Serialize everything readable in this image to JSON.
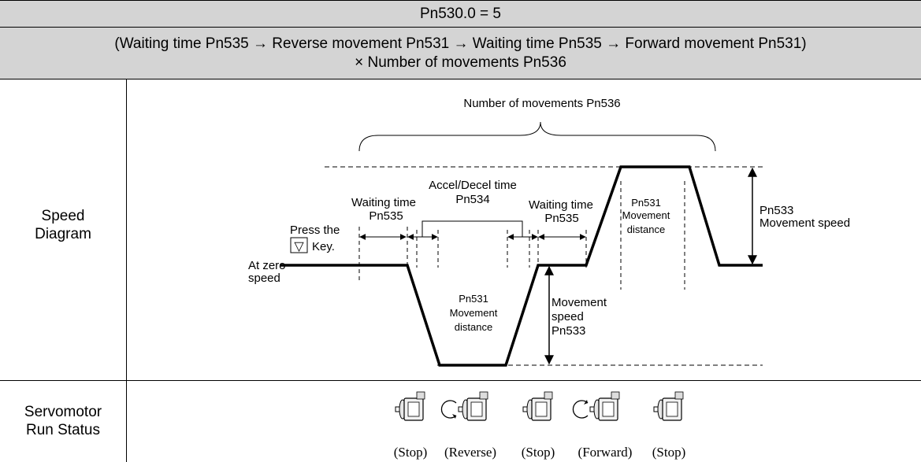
{
  "header": {
    "mode": "Pn530.0 = 5",
    "sequence_line1": "(Waiting time Pn535 → Reverse movement Pn531 → Waiting time Pn535 → Forward movement Pn531)",
    "sequence_line2": "× Number of movements Pn536"
  },
  "rows": {
    "speed_diagram_label": [
      "Speed",
      "Diagram"
    ],
    "run_status_label": [
      "Servomotor",
      "Run Status"
    ]
  },
  "diagram": {
    "num_movements": "Number of movements Pn536",
    "press_key": [
      "Press the",
      "Key."
    ],
    "key_symbol": "▽",
    "wait1": [
      "Waiting time",
      "Pn535"
    ],
    "accel": [
      "Accel/Decel time",
      "Pn534"
    ],
    "wait2": [
      "Waiting time",
      "Pn535"
    ],
    "fwd_distance": [
      "Pn531",
      "Movement",
      "distance"
    ],
    "move_speed_right": [
      "Pn533",
      "Movement speed"
    ],
    "at_zero": [
      "At zero",
      "speed"
    ],
    "rev_distance": [
      "Pn531",
      "Movement",
      "distance"
    ],
    "move_speed_mid": [
      "Movement",
      "speed",
      "Pn533"
    ]
  },
  "status": [
    {
      "label": "(Stop)",
      "icon": "motor-icon"
    },
    {
      "label": "(Reverse)",
      "icon": "motor-reverse-icon"
    },
    {
      "label": "(Stop)",
      "icon": "motor-icon"
    },
    {
      "label": "(Forward)",
      "icon": "motor-forward-icon"
    },
    {
      "label": "(Stop)",
      "icon": "motor-icon"
    }
  ]
}
